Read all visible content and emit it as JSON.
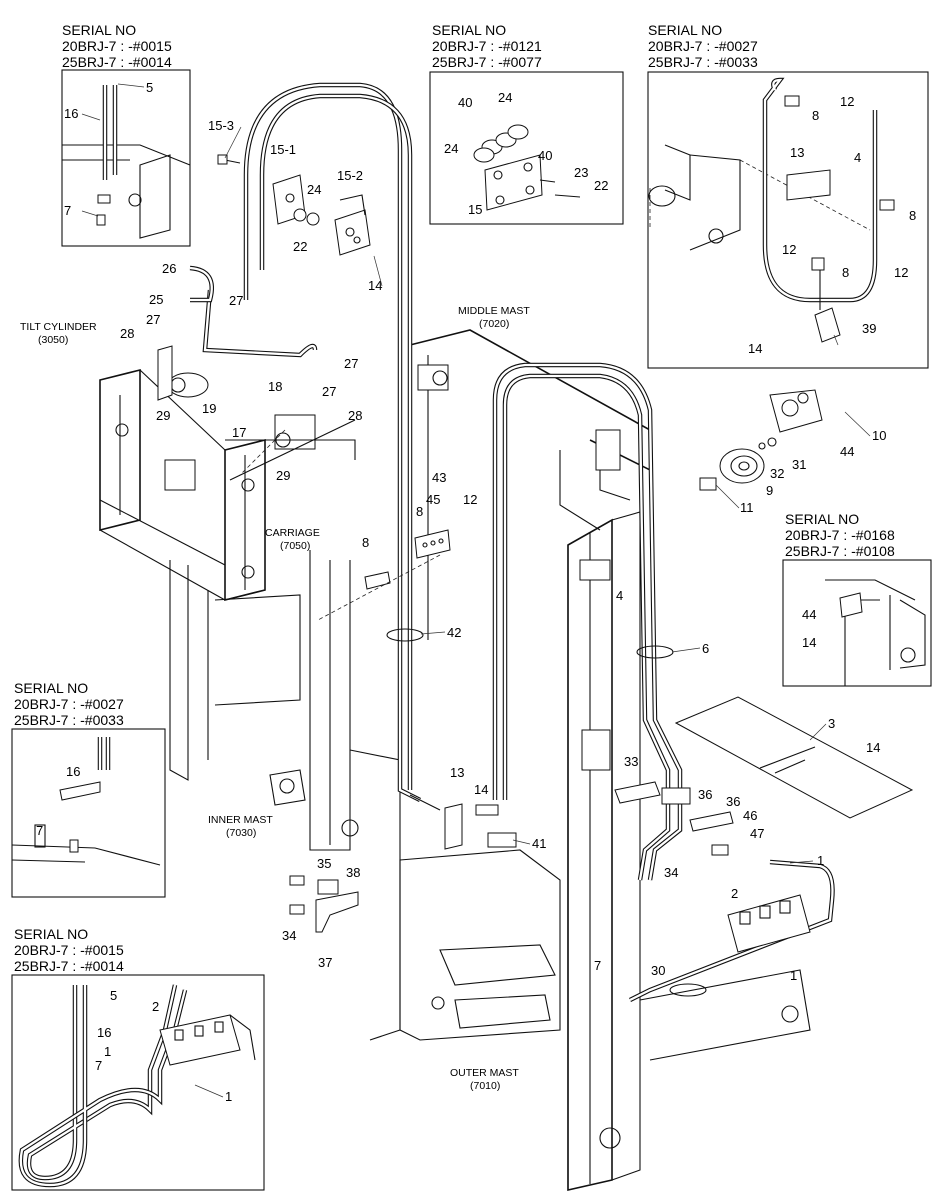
{
  "serial_blocks": [
    {
      "title": "SERIAL NO",
      "line1": "20BRJ-7 : -#0015",
      "line2": "25BRJ-7 : -#0014"
    },
    {
      "title": "SERIAL NO",
      "line1": "20BRJ-7 : -#0121",
      "line2": "25BRJ-7 : -#0077"
    },
    {
      "title": "SERIAL NO",
      "line1": "20BRJ-7 : -#0027",
      "line2": "25BRJ-7 : -#0033"
    },
    {
      "title": "SERIAL NO",
      "line1": "20BRJ-7 : -#0168",
      "line2": "25BRJ-7 : -#0108"
    },
    {
      "title": "SERIAL NO",
      "line1": "20BRJ-7 : -#0027",
      "line2": "25BRJ-7 : -#0033"
    },
    {
      "title": "SERIAL NO",
      "line1": "20BRJ-7 : -#0015",
      "line2": "25BRJ-7 : -#0014"
    }
  ],
  "components": [
    {
      "name": "TILT CYLINDER",
      "code": "(3050)"
    },
    {
      "name": "MIDDLE MAST",
      "code": "(7020)"
    },
    {
      "name": "CARRIAGE",
      "code": "(7050)"
    },
    {
      "name": "INNER MAST",
      "code": "(7030)"
    },
    {
      "name": "OUTER MAST",
      "code": "(7010)"
    }
  ],
  "callouts": [
    "5",
    "16",
    "7",
    "15-3",
    "15-1",
    "24",
    "15-2",
    "22",
    "14",
    "26",
    "25",
    "27",
    "27",
    "27",
    "28",
    "28",
    "29",
    "19",
    "18",
    "27",
    "17",
    "29",
    "43",
    "12",
    "45",
    "8",
    "8",
    "42",
    "40",
    "24",
    "24",
    "40",
    "23",
    "22",
    "15",
    "12",
    "8",
    "13",
    "4",
    "8",
    "12",
    "12",
    "8",
    "14",
    "39",
    "10",
    "44",
    "31",
    "32",
    "9",
    "11",
    "4",
    "6",
    "44",
    "14",
    "3",
    "14",
    "13",
    "14",
    "41",
    "33",
    "36",
    "36",
    "46",
    "47",
    "34",
    "1",
    "2",
    "35",
    "38",
    "34",
    "37",
    "1",
    "30",
    "7",
    "16",
    "7",
    "5",
    "2",
    "16",
    "1",
    "7",
    "1"
  ]
}
